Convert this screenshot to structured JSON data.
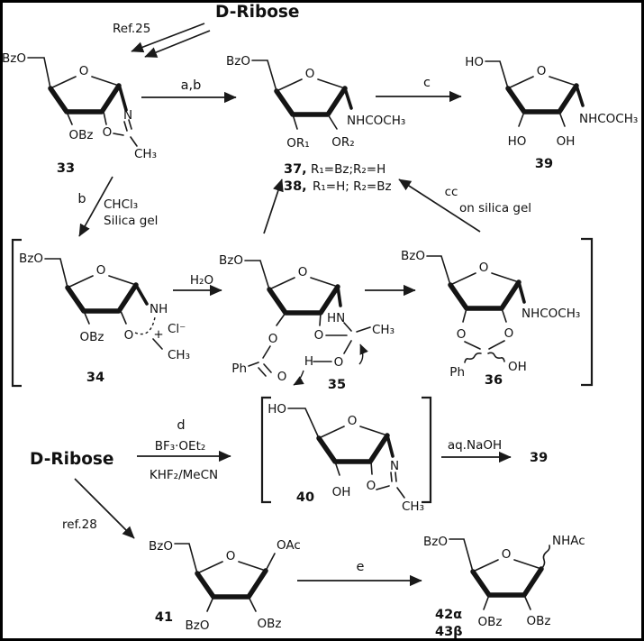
{
  "frame": {
    "background": "#ffffff",
    "border_color": "#000000",
    "ink_color": "#1a1a1a"
  },
  "titles": {
    "ribose_top": "D-Ribose",
    "ribose_bottom": "D-Ribose"
  },
  "references": {
    "ref25": "Ref.25",
    "ref28": "ref.28"
  },
  "steps": {
    "ab": "a,b",
    "c": "c",
    "cc": "cc",
    "b": "b",
    "d": "d",
    "e": "e"
  },
  "conditions": {
    "on_silica_gel": "on silica gel",
    "chcl3": "CHCl₃",
    "silica_gel": "Silica gel",
    "h2o": "H₂O",
    "bf3_oet2": "BF₃·OEt₂",
    "khf2_mecn": "KHF₂/MeCN",
    "aq_naoh": "aq.NaOH"
  },
  "atoms": {
    "bzo": "BzO",
    "obz": "OBz",
    "o": "O",
    "ho": "HO",
    "oh": "OH",
    "n": "N",
    "nh": "NH",
    "hn": "HN",
    "ch3": "CH₃",
    "nhcoch3": "NHCOCH₃",
    "or1": "OR₁",
    "or2": "OR₂",
    "oac": "OAc",
    "nhac": "NHAc",
    "ph": "Ph",
    "cl_minus": "Cl⁻",
    "plus": "+",
    "h": "H"
  },
  "compounds": {
    "c33": {
      "num": "33"
    },
    "c34": {
      "num": "34"
    },
    "c35": {
      "num": "35"
    },
    "c36": {
      "num": "36"
    },
    "c37": {
      "num": "37,",
      "cond": "R₁=Bz;R₂=H"
    },
    "c38": {
      "num": "38,",
      "cond": "R₁=H; R₂=Bz"
    },
    "c39": {
      "num": "39"
    },
    "c39_final": {
      "num": "39"
    },
    "c40": {
      "num": "40"
    },
    "c41": {
      "num": "41"
    },
    "c42": {
      "num": "42α"
    },
    "c43": {
      "num": "43β"
    }
  }
}
